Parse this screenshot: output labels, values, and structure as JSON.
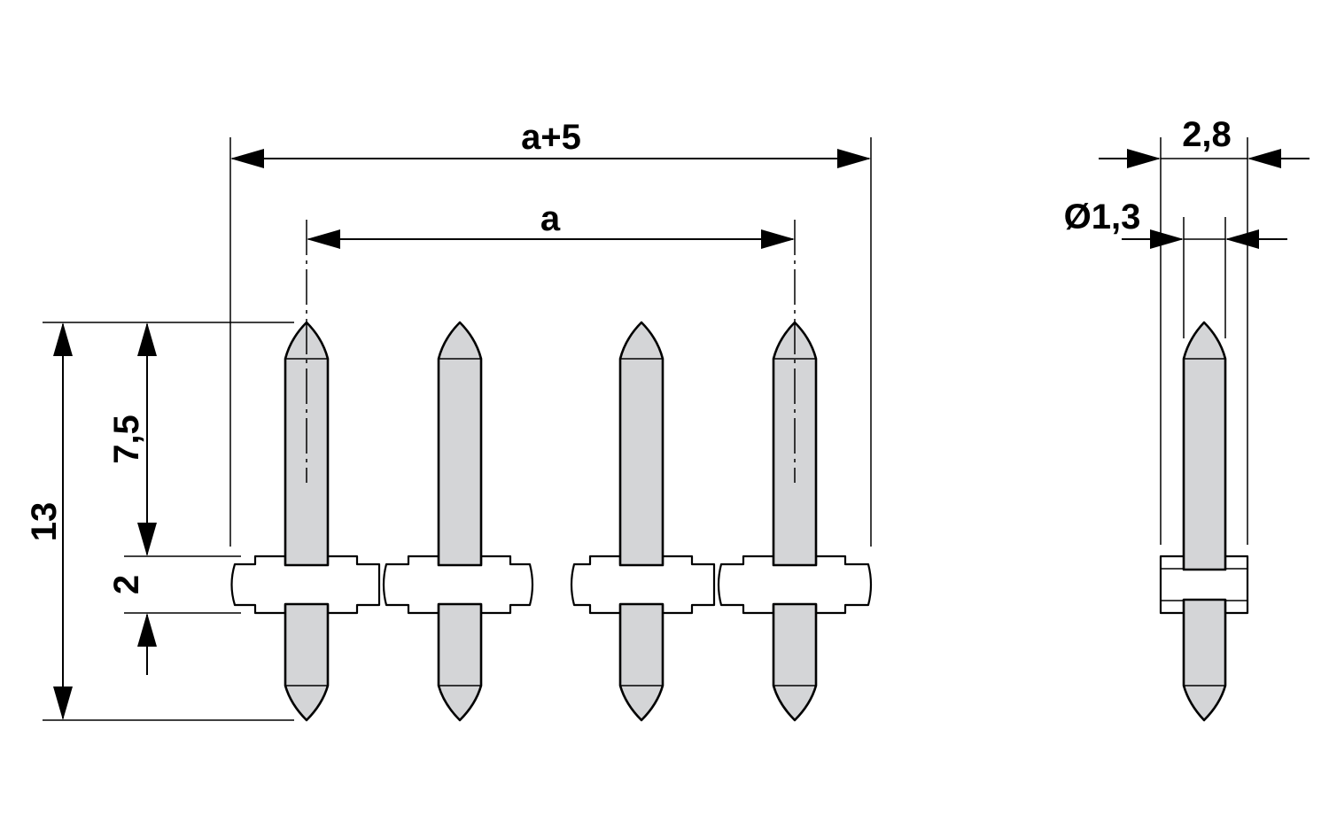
{
  "dimensions": {
    "overall_length": "a+5",
    "pitch_span": "a",
    "total_height": "13",
    "upper_pin_length": "7,5",
    "body_height": "2",
    "body_depth": "2,8",
    "pin_diameter": "Ø1,3"
  },
  "colors": {
    "pin_fill": "#d4d5d7",
    "line": "#000000",
    "body_fill": "#ffffff"
  }
}
